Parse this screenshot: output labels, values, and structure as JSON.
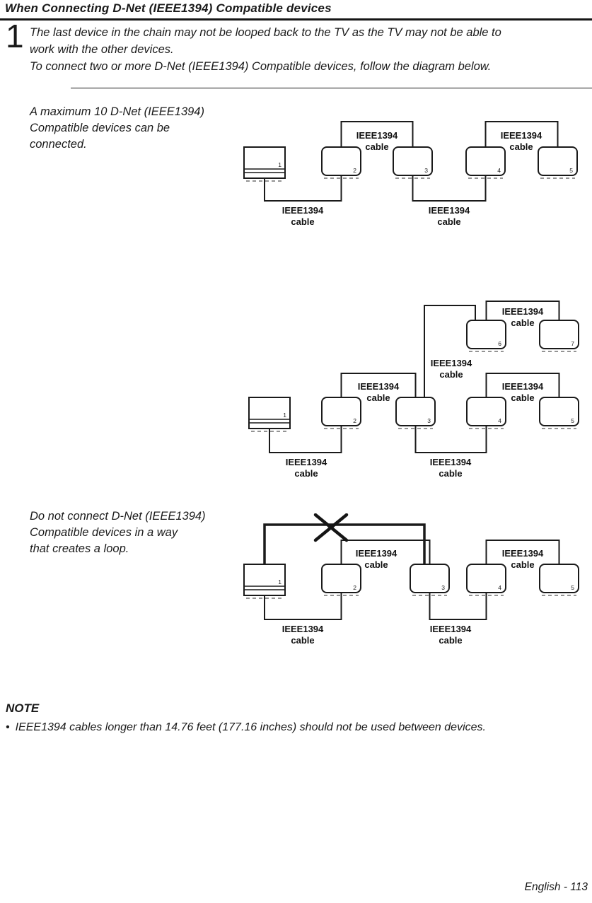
{
  "colors": {
    "ink": "#1a1a1a",
    "paper": "#ffffff"
  },
  "title": "When Connecting D-Net (IEEE1394) Compatible devices",
  "step": {
    "number": "1",
    "line1": "The last device in the chain may not be looped back to the TV as the TV may not be able to",
    "line2": "work with the other devices.",
    "line3": "To connect two or more D-Net (IEEE1394) Compatible devices, follow the diagram below."
  },
  "captions": {
    "max_devices": [
      "A maximum 10 D-Net (IEEE1394)",
      "Compatible devices can be",
      "connected."
    ],
    "no_loop": [
      "Do not connect D-Net (IEEE1394)",
      "Compatible devices in a way",
      "that creates a loop."
    ]
  },
  "cable_label": {
    "line1": "IEEE1394",
    "line2": "cable"
  },
  "device_numbers": [
    "1",
    "2",
    "3",
    "4",
    "5",
    "6",
    "7"
  ],
  "note": {
    "heading": "NOTE",
    "bullet": "•",
    "text": "IEEE1394 cables longer than 14.76 feet (177.16 inches) should not be used between devices."
  },
  "footer": "English - 113"
}
